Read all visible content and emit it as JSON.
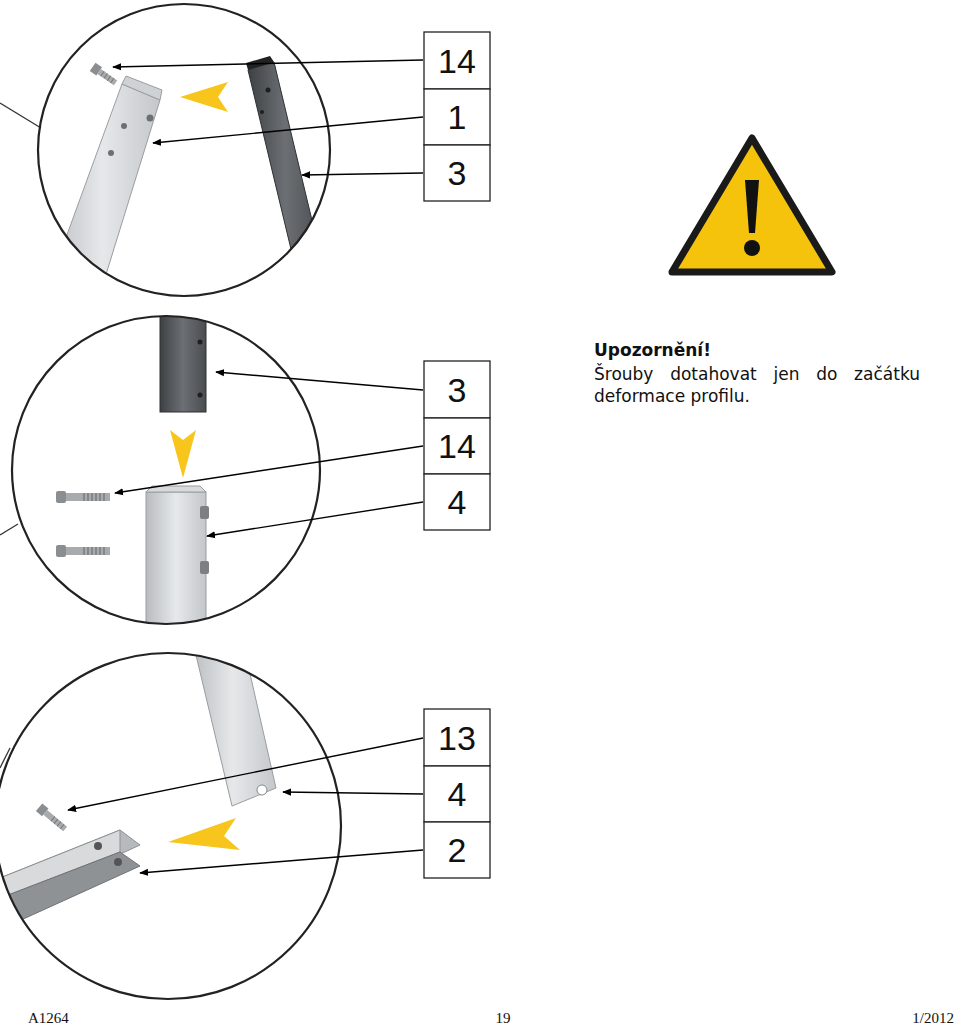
{
  "diagram": {
    "labels": [
      "14",
      "1",
      "3",
      "3",
      "14",
      "4",
      "13",
      "4",
      "2",
      "Upozornění!",
      "Šrouby dotahovat jen do začátku deformace profilu.",
      "A1264",
      "19",
      "1/2012"
    ]
  }
}
